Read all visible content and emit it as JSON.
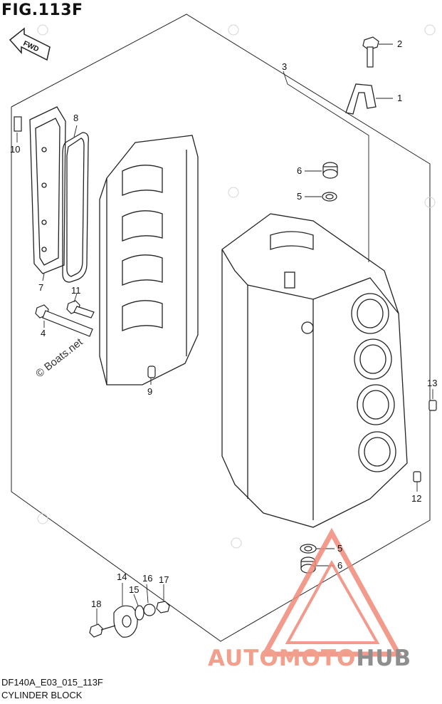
{
  "figure": {
    "title": "FIG.113F"
  },
  "fwd_label": "FWD",
  "footer": {
    "code": "DF140A_E03_015_113F",
    "name": "CYLINDER BLOCK"
  },
  "callouts": {
    "c1": "1",
    "c2": "2",
    "c3": "3",
    "c4": "4",
    "c5a": "5",
    "c5b": "5",
    "c6a": "6",
    "c6b": "6",
    "c7": "7",
    "c8": "8",
    "c9": "9",
    "c10": "10",
    "c11": "11",
    "c12": "12",
    "c13": "13",
    "c14": "14",
    "c15": "15",
    "c16": "16",
    "c17": "17",
    "c18": "18"
  },
  "watermark": "© Boats.net",
  "brand": {
    "part1": "AUTOMOTO",
    "part2": "HUB",
    "colors": {
      "part1": "#f2a08e",
      "part2": "#8e8e8e",
      "triangle": "#f08a7a"
    }
  }
}
